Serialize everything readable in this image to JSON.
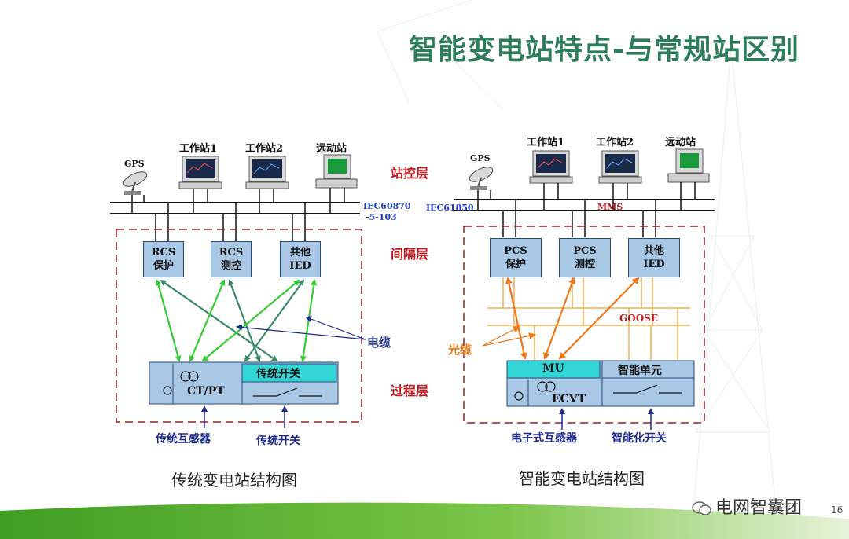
{
  "slide": {
    "title": "智能变电站特点-与常规站区别",
    "page_number": "16",
    "watermark": "电网智囊团"
  },
  "layers": {
    "station": "站控层",
    "bay": "间隔层",
    "process": "过程层"
  },
  "left": {
    "gps": "GPS",
    "ws1": "工作站1",
    "ws2": "工作站2",
    "remote": "远动站",
    "protocol_line1": "IEC60870",
    "protocol_line2": "-5-103",
    "box1": "RCS\n保护",
    "box2": "RCS\n测控",
    "box3": "共他\nIED",
    "switch_box": "传统开关",
    "ctpt": "CT/PT",
    "cable_label": "电缆",
    "bottom1": "传统互感器",
    "bottom2": "传统开关",
    "caption": "传统变电站结构图"
  },
  "right": {
    "gps": "GPS",
    "ws1": "工作站1",
    "ws2": "工作站2",
    "remote": "远动站",
    "protocol": "IEC61850",
    "mms": "MMS",
    "box1": "PCS\n保护",
    "box2": "PCS\n测控",
    "box3": "共他\nIED",
    "goose": "GOOSE",
    "fiber_label": "光缆",
    "mu": "MU",
    "smart_unit": "智能单元",
    "ecvt": "ECVT",
    "bottom1": "电子式互感器",
    "bottom2": "智能化开关",
    "caption": "智能变电站结构图"
  },
  "colors": {
    "title": "#2e7d5a",
    "layer_label": "#c0181e",
    "protocol": "#1f3fbf",
    "dashed_frame": "#9e1a1a",
    "box_fill": "#a9c8e6",
    "cyan_box": "#33d6d6",
    "green_arrow": "#33cc33",
    "teal_arrow": "#3a8a6a",
    "fiber": "#f0a030",
    "fiber_arrow": "#f07818",
    "footer_green": "#4caf2a"
  }
}
